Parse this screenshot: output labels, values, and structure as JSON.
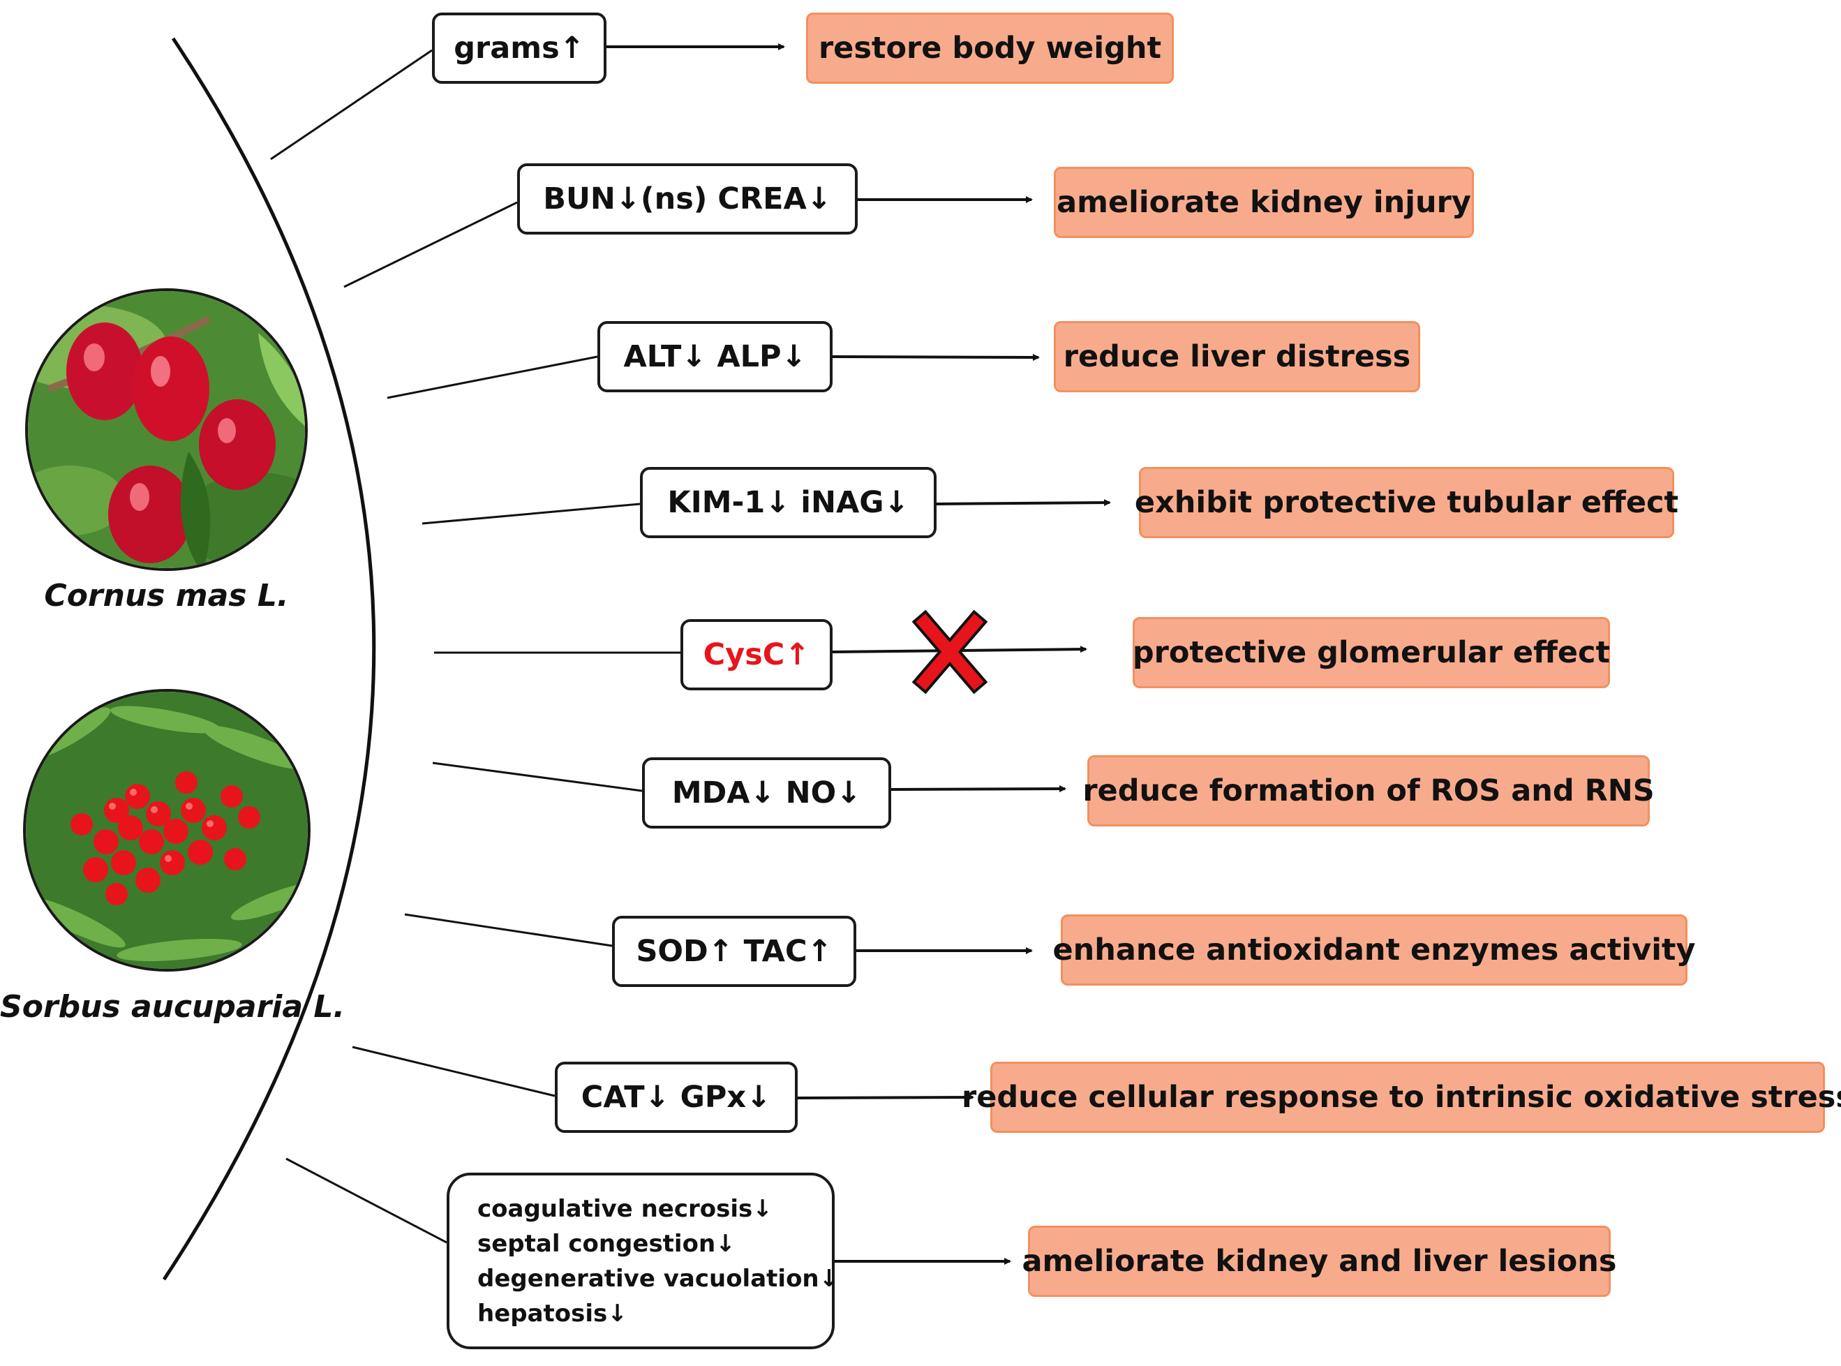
{
  "plants": [
    {
      "name": "Cornus mas L."
    },
    {
      "name": "Sorbus aucuparia L."
    }
  ],
  "rows": [
    {
      "marker": "grams↑",
      "effect": "restore body weight",
      "blocked": false
    },
    {
      "marker": "BUN↓(ns) CREA↓",
      "effect": "ameliorate kidney injury",
      "blocked": false
    },
    {
      "marker": "ALT↓ ALP↓",
      "effect": "reduce liver distress",
      "blocked": false
    },
    {
      "marker": "KIM-1↓ iNAG↓",
      "effect": "exhibit protective tubular effect",
      "blocked": false
    },
    {
      "marker": "CysC↑",
      "effect": "protective glomerular effect",
      "blocked": true
    },
    {
      "marker": "MDA↓ NO↓",
      "effect": "reduce formation of ROS and RNS",
      "blocked": false
    },
    {
      "marker": "SOD↑ TAC↑",
      "effect": "enhance antioxidant enzymes activity",
      "blocked": false
    },
    {
      "marker": "CAT↓ GPx↓",
      "effect": "reduce cellular response to intrinsic oxidative stress",
      "blocked": false
    }
  ],
  "histology": {
    "items": [
      "coagulative necrosis↓",
      "septal congestion↓",
      "degenerative vacuolation↓",
      "hepatosis↓"
    ],
    "effect": "ameliorate kidney and liver lesions"
  },
  "colors": {
    "effect_fill": "#f7ab8c",
    "effect_border": "#f2905f",
    "highlight_text": "#e8141b",
    "blocked_mark": "#e8141b"
  }
}
